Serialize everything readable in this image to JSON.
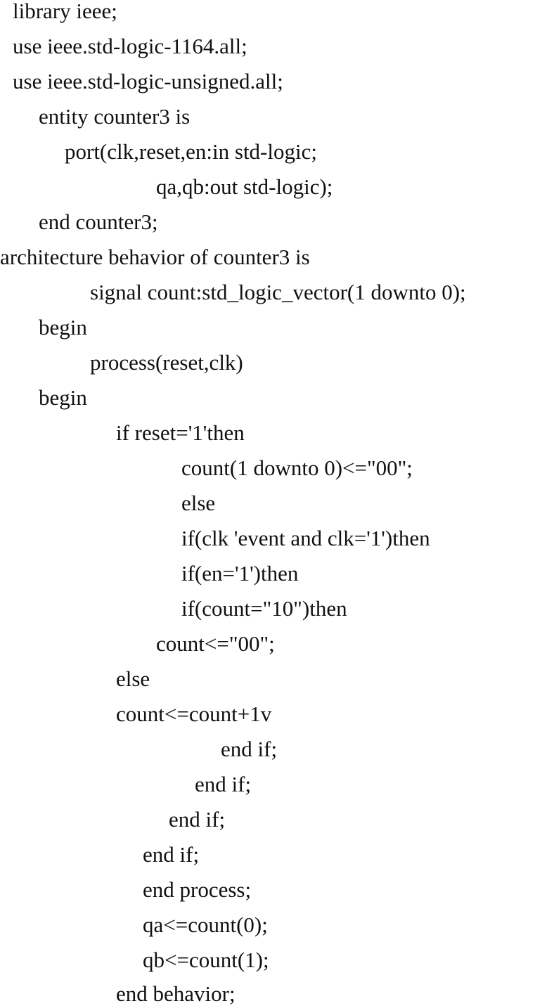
{
  "code": {
    "lines": [
      "library ieee;",
      "use ieee.std-logic-1164.all;",
      "use ieee.std-logic-unsigned.all;",
      "entity counter3 is",
      "port(clk,reset,en:in std-logic;",
      "qa,qb:out std-logic);",
      "end counter3;",
      "architecture behavior of counter3 is",
      "signal count:std_logic_vector(1 downto 0);",
      "begin",
      "process(reset,clk)",
      "begin",
      "if reset='1'then",
      "count(1 downto 0)<=\"00\";",
      "else",
      "if(clk 'event and clk='1')then",
      "if(en='1')then",
      "if(count=\"10\")then",
      "count<=\"00\";",
      "else",
      "count<=count+1v",
      "end if;",
      "end if;",
      "end if;",
      "end if;",
      "end process;",
      "qa<=count(0);",
      "qb<=count(1);",
      "end behavior;"
    ]
  }
}
